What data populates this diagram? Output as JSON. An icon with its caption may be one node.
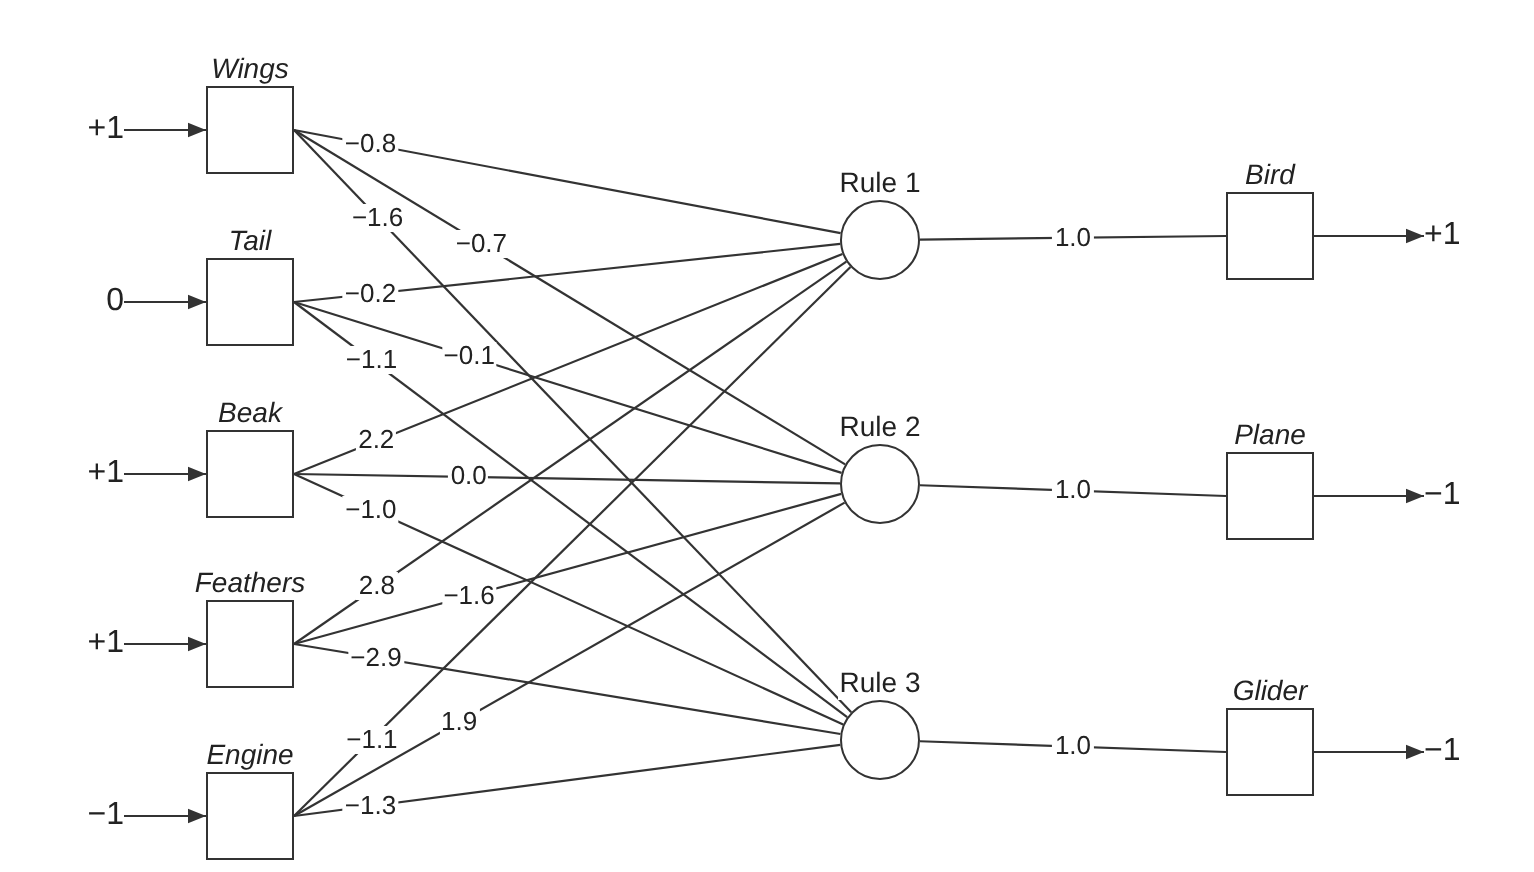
{
  "diagram": {
    "nodes": [
      {
        "text": [
          "+1"
        ]
      },
      {
        "text": [
          "0"
        ]
      },
      {
        "text": [
          "+1"
        ]
      },
      {
        "text": [
          "+1"
        ]
      },
      {
        "text": [
          "−1"
        ]
      },
      {
        "text": [
          "Wings"
        ]
      },
      {
        "text": [
          "Tail"
        ]
      },
      {
        "text": [
          "Beak"
        ]
      },
      {
        "text": [
          "Feathers"
        ]
      },
      {
        "text": [
          "Engine"
        ]
      },
      {
        "text": [
          "Rule 1"
        ]
      },
      {
        "text": [
          "Rule 2"
        ]
      },
      {
        "text": [
          "Rule 3"
        ]
      },
      {
        "text": [
          "Bird"
        ]
      },
      {
        "text": [
          "Plane"
        ]
      },
      {
        "text": [
          "Glider"
        ]
      },
      {
        "text": [
          "+1"
        ]
      },
      {
        "text": [
          "−1"
        ]
      },
      {
        "text": [
          "−1"
        ]
      }
    ],
    "edges": [
      {
        "from": 0,
        "to": 5,
        "arrow": "to"
      },
      {
        "from": 1,
        "to": 6,
        "arrow": "to"
      },
      {
        "from": 2,
        "to": 7,
        "arrow": "to"
      },
      {
        "from": 3,
        "to": 8,
        "arrow": "to"
      },
      {
        "from": 4,
        "to": 9,
        "arrow": "to"
      },
      {
        "from": 5,
        "to": 10,
        "arrow": "none",
        "label": "−0.8"
      },
      {
        "from": 5,
        "to": 11,
        "arrow": "none",
        "label": "−0.7"
      },
      {
        "from": 5,
        "to": 12,
        "arrow": "none",
        "label": "−1.6"
      },
      {
        "from": 6,
        "to": 10,
        "arrow": "none",
        "label": "−0.2"
      },
      {
        "from": 6,
        "to": 11,
        "arrow": "none",
        "label": "−0.1"
      },
      {
        "from": 6,
        "to": 12,
        "arrow": "none",
        "label": "−1.1"
      },
      {
        "from": 7,
        "to": 10,
        "arrow": "none",
        "label": "2.2"
      },
      {
        "from": 7,
        "to": 11,
        "arrow": "none",
        "label": "0.0"
      },
      {
        "from": 7,
        "to": 12,
        "arrow": "none",
        "label": "−1.0"
      },
      {
        "from": 8,
        "to": 10,
        "arrow": "none",
        "label": "2.8"
      },
      {
        "from": 8,
        "to": 11,
        "arrow": "none",
        "label": "−1.6"
      },
      {
        "from": 8,
        "to": 12,
        "arrow": "none",
        "label": "−2.9"
      },
      {
        "from": 9,
        "to": 10,
        "arrow": "none",
        "label": "−1.1"
      },
      {
        "from": 9,
        "to": 11,
        "arrow": "none",
        "label": "1.9"
      },
      {
        "from": 9,
        "to": 12,
        "arrow": "none",
        "label": "−1.3"
      },
      {
        "from": 10,
        "to": 13,
        "arrow": "none",
        "label": "1.0"
      },
      {
        "from": 11,
        "to": 14,
        "arrow": "none",
        "label": "1.0"
      },
      {
        "from": 12,
        "to": 15,
        "arrow": "none",
        "label": "1.0"
      },
      {
        "from": 13,
        "to": 16,
        "arrow": "to"
      },
      {
        "from": 14,
        "to": 17,
        "arrow": "to"
      },
      {
        "from": 15,
        "to": 18,
        "arrow": "to"
      }
    ]
  }
}
